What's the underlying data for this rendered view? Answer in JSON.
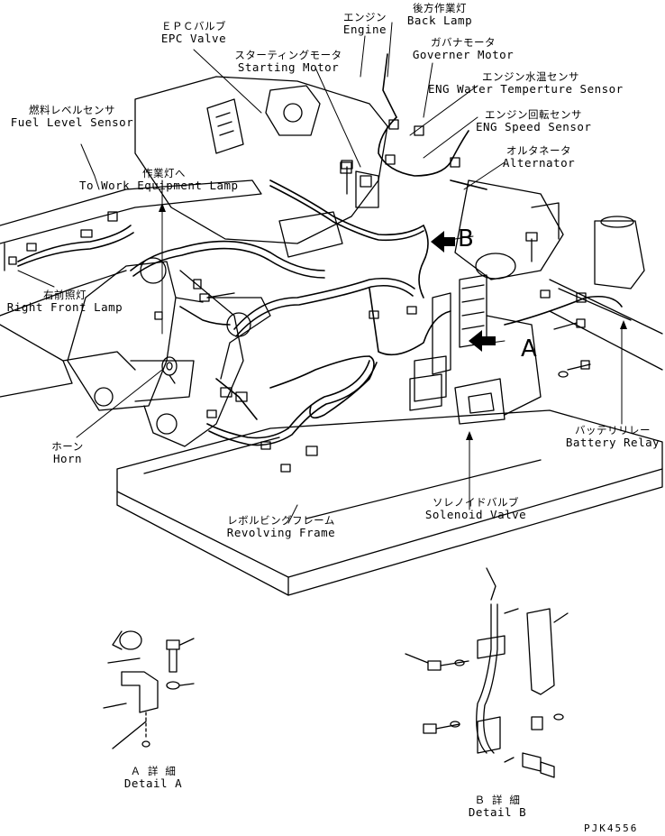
{
  "labels": {
    "epc_valve": {
      "jp": "ＥＰＣバルブ",
      "en": "EPC Valve"
    },
    "engine": {
      "jp": "エンジン",
      "en": "Engine"
    },
    "starting_motor": {
      "jp": "スターティングモータ",
      "en": "Starting Motor"
    },
    "back_lamp": {
      "jp": "後方作業灯",
      "en": "Back Lamp"
    },
    "governor_motor": {
      "jp": "ガバナモータ",
      "en": "Governer Motor"
    },
    "eng_water_temp": {
      "jp": "エンジン水温センサ",
      "en": "ENG Water Temperture Sensor"
    },
    "eng_speed": {
      "jp": "エンジン回転センサ",
      "en": "ENG Speed Sensor"
    },
    "alternator": {
      "jp": "オルタネータ",
      "en": "Alternator"
    },
    "fuel_level": {
      "jp": "燃料レベルセンサ",
      "en": "Fuel Level Sensor"
    },
    "work_equipment_lamp": {
      "jp": "作業灯へ",
      "en": "To Work Equipment Lamp"
    },
    "right_front_lamp": {
      "jp": "右前照灯",
      "en": "Right Front Lamp"
    },
    "horn": {
      "jp": "ホーン",
      "en": "Horn"
    },
    "battery_relay": {
      "jp": "バッテリリレー",
      "en": "Battery Relay"
    },
    "solenoid_valve": {
      "jp": "ソレノイドバルブ",
      "en": "Solenoid Valve"
    },
    "revolving_frame": {
      "jp": "レボルビングフレーム",
      "en": "Revolving Frame"
    },
    "detail_a": {
      "jp": "Ａ 詳 細",
      "en": "Detail A"
    },
    "detail_b": {
      "jp": "Ｂ 詳 細",
      "en": "Detail B"
    }
  },
  "markers": {
    "a": "A",
    "b": "B"
  },
  "drawing_code": "PJK4556"
}
